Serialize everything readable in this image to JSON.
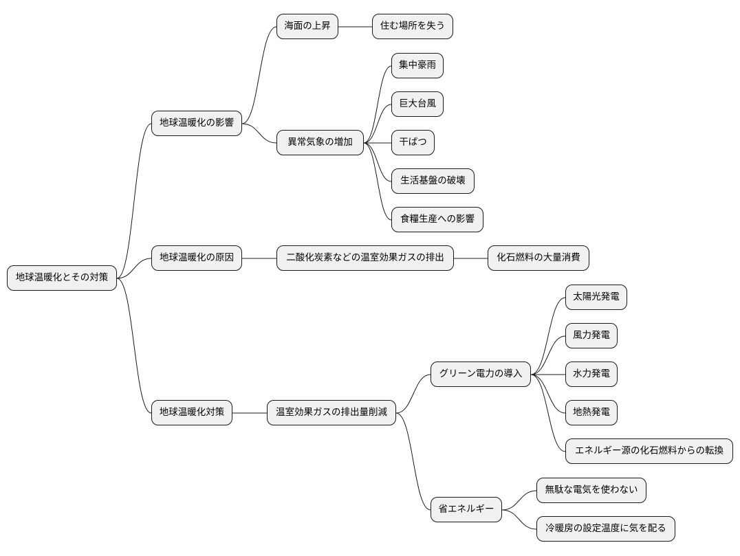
{
  "mindmap": {
    "root": {
      "label": "地球温暖化とその対策"
    },
    "branches": [
      {
        "label": "地球温暖化の影響",
        "children": [
          {
            "label": "海面の上昇",
            "children": [
              {
                "label": "住む場所を失う"
              }
            ]
          },
          {
            "label": "異常気象の増加",
            "children": [
              {
                "label": "集中豪雨"
              },
              {
                "label": "巨大台風"
              },
              {
                "label": "干ばつ"
              },
              {
                "label": "生活基盤の破壊"
              },
              {
                "label": "食糧生産への影響"
              }
            ]
          }
        ]
      },
      {
        "label": "地球温暖化の原因",
        "children": [
          {
            "label": "二酸化炭素などの温室効果ガスの排出",
            "children": [
              {
                "label": "化石燃料の大量消費"
              }
            ]
          }
        ]
      },
      {
        "label": "地球温暖化対策",
        "children": [
          {
            "label": "温室効果ガスの排出量削減",
            "children": [
              {
                "label": "グリーン電力の導入",
                "children": [
                  {
                    "label": "太陽光発電"
                  },
                  {
                    "label": "風力発電"
                  },
                  {
                    "label": "水力発電"
                  },
                  {
                    "label": "地熱発電"
                  },
                  {
                    "label": "エネルギー源の化石燃料からの転換"
                  }
                ]
              },
              {
                "label": "省エネルギー",
                "children": [
                  {
                    "label": "無駄な電気を使わない"
                  },
                  {
                    "label": "冷暖房の設定温度に気を配る"
                  }
                ]
              }
            ]
          }
        ]
      }
    ]
  }
}
